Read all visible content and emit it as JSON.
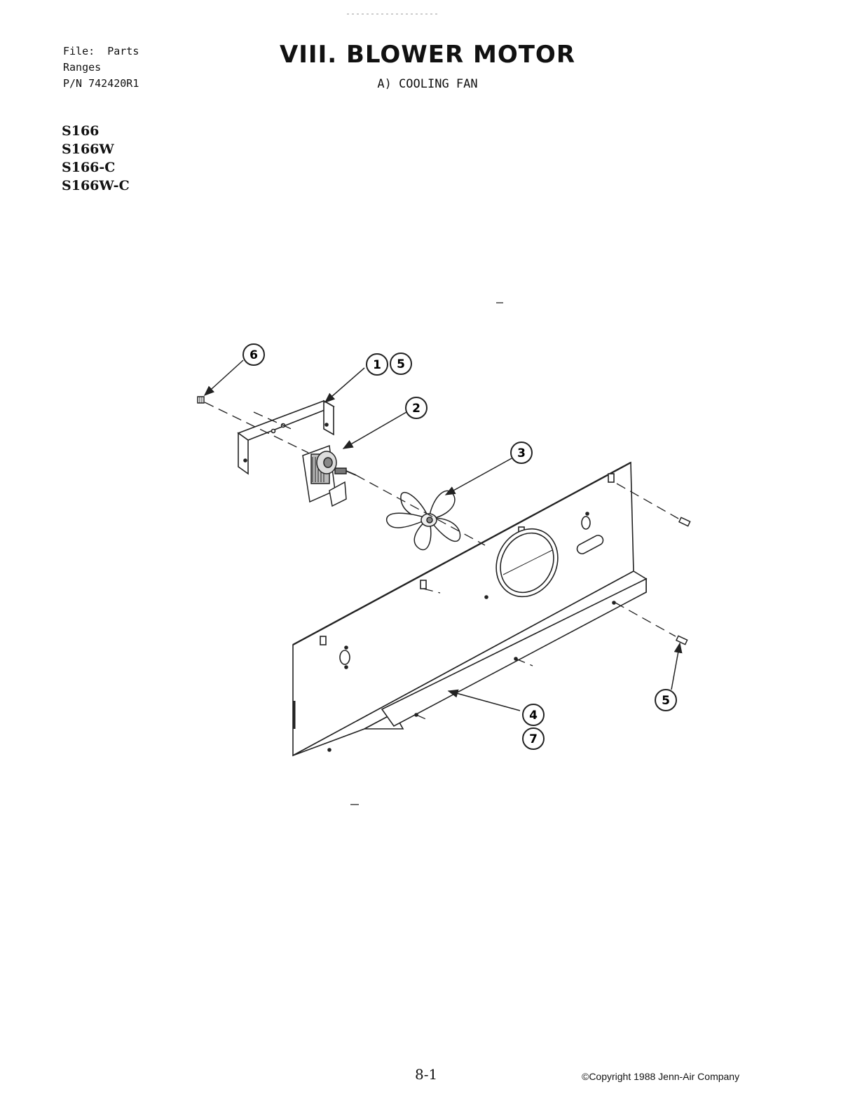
{
  "header": {
    "file_lines": [
      "File:  Parts",
      "Ranges",
      "P/N 742420R1"
    ],
    "title": "VIII. BLOWER MOTOR",
    "subtitle": "A) COOLING FAN"
  },
  "models": [
    "S166",
    "S166W",
    "S166-C",
    "S166W-C"
  ],
  "callouts": [
    "6",
    "1",
    "5",
    "2",
    "3",
    "5",
    "4",
    "7"
  ],
  "footer": {
    "page_number": "8-1",
    "copyright": "©Copyright 1988 Jenn-Air Company"
  }
}
